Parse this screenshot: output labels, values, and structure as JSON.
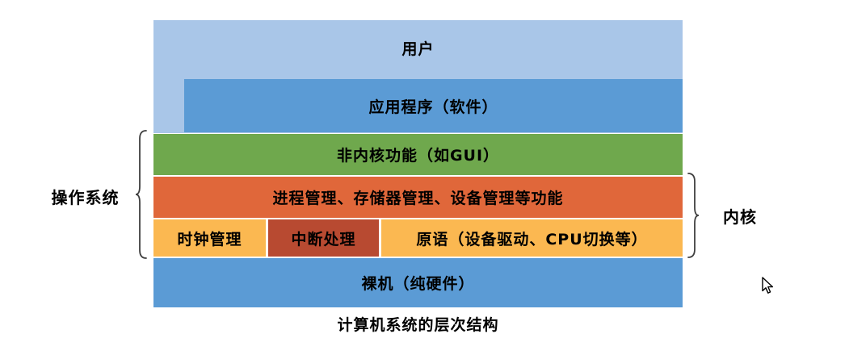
{
  "diagram": {
    "caption": "计算机系统的层次结构",
    "layers": {
      "user": {
        "label": "用户",
        "color": "#A9C6E8"
      },
      "application": {
        "label": "应用程序（软件）",
        "color": "#5B9BD5"
      },
      "non_kernel": {
        "label": "非内核功能（如GUI）",
        "color": "#6FA84D"
      },
      "management": {
        "label": "进程管理、存储器管理、设备管理等功能",
        "color": "#E0673A"
      },
      "clock": {
        "label": "时钟管理",
        "color": "#FBB851"
      },
      "interrupt": {
        "label": "中断处理",
        "color": "#B84A31"
      },
      "primitives": {
        "label": "原语（设备驱动、CPU切换等）",
        "color": "#FBB851"
      },
      "hardware": {
        "label": "裸机（纯硬件）",
        "color": "#5B9BD5"
      }
    },
    "side_labels": {
      "os": "操作系统",
      "kernel": "内核"
    }
  }
}
